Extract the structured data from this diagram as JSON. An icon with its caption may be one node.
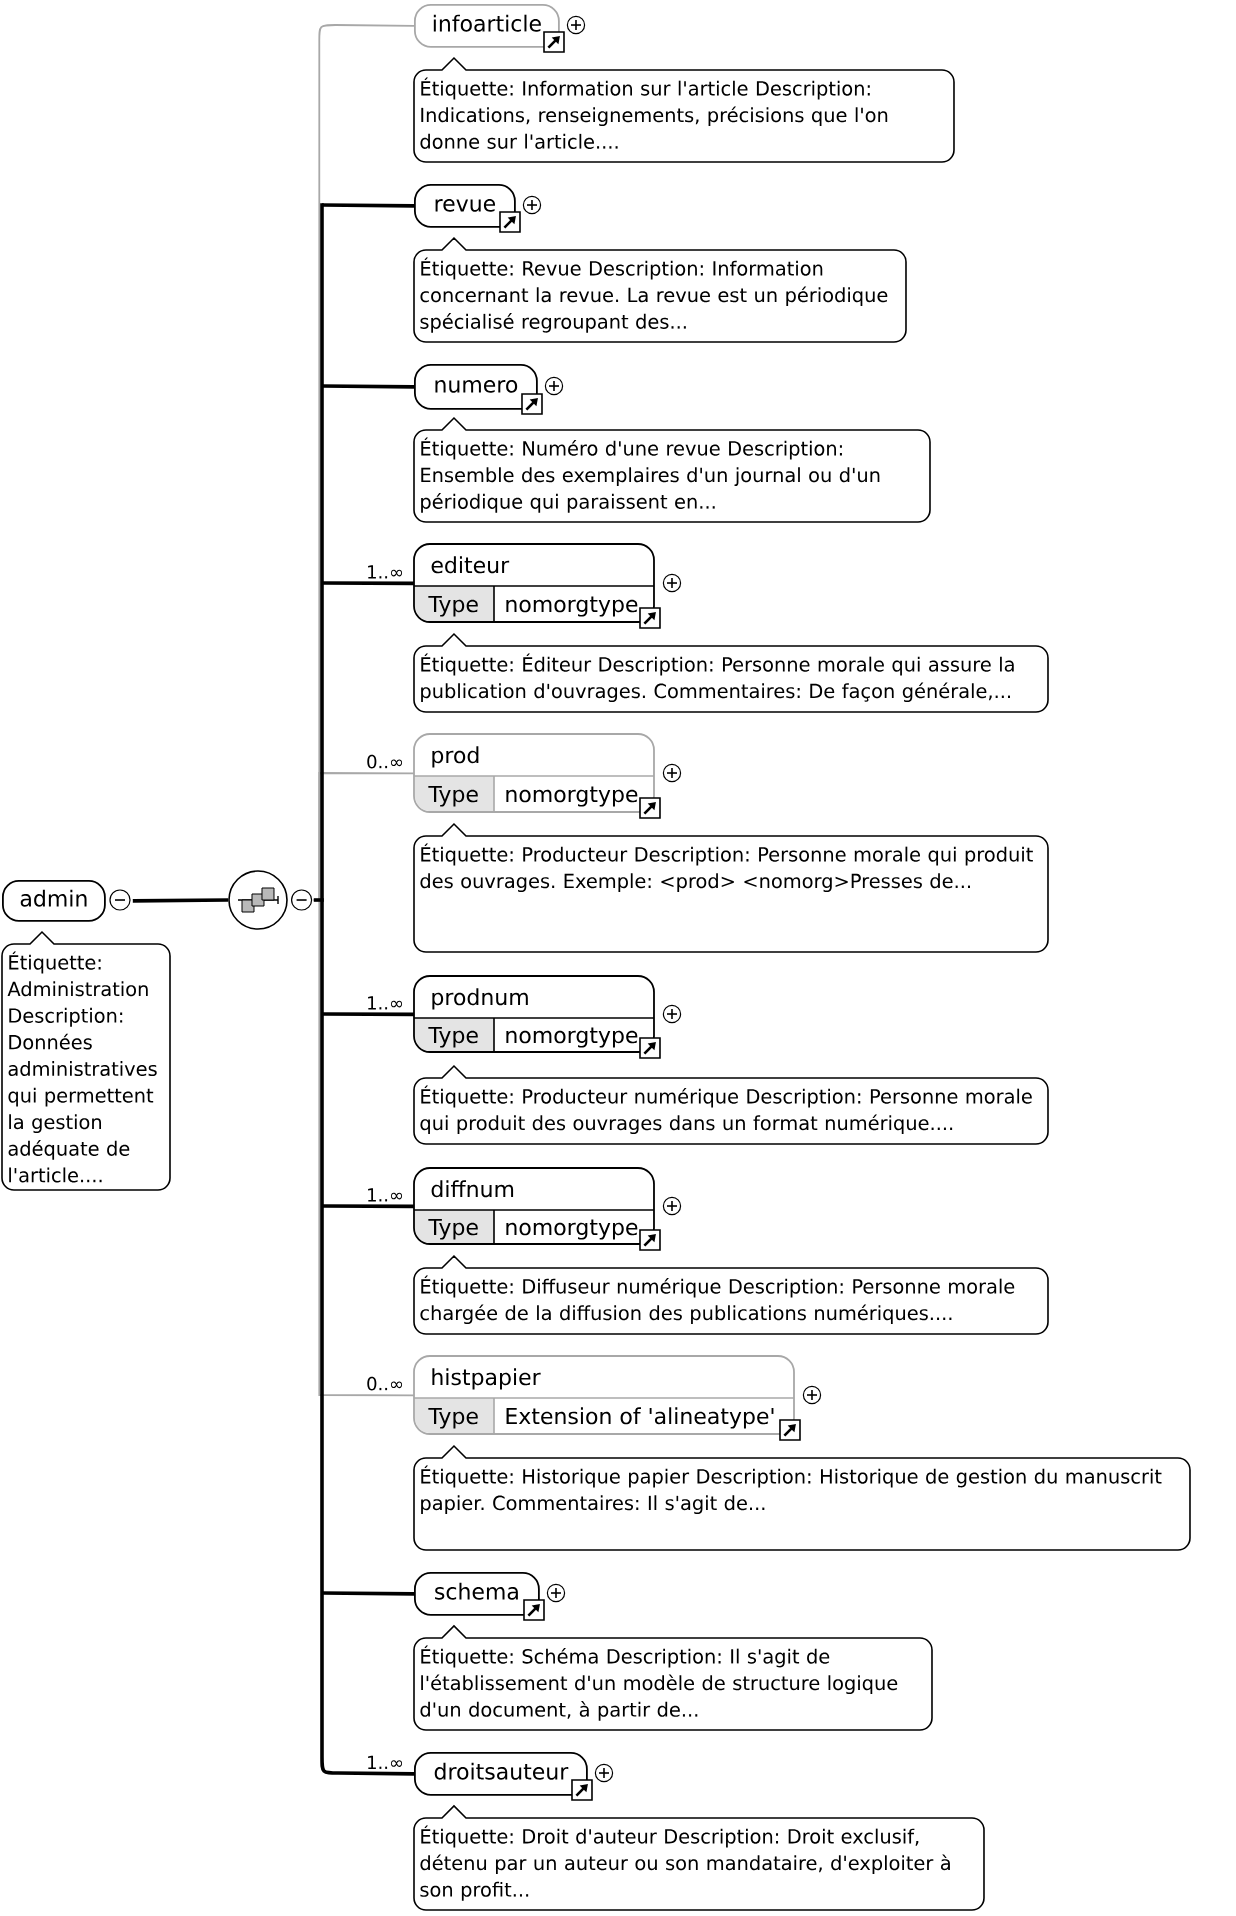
{
  "diagram": {
    "nodes": [
      {
        "text": [
          "admin"
        ]
      },
      {
        "text": [
          "Étiquette: Administration Description: Données administratives qui permettent la gestion adéquate de l'article...."
        ]
      },
      {
        "text": [],
        "shape": "circle"
      },
      {
        "text": [
          "infoarticle"
        ]
      },
      {
        "text": [
          "Étiquette: Information sur l'article Description: Indications, renseignements, précisions que l'on donne sur l'article...."
        ]
      },
      {
        "text": [
          "revue"
        ]
      },
      {
        "text": [
          "Étiquette: Revue Description: Information concernant la revue. La revue est un périodique spécialisé regroupant des..."
        ]
      },
      {
        "text": [
          "numero"
        ]
      },
      {
        "text": [
          "Étiquette: Numéro d'une revue Description: Ensemble des exemplaires d'un journal ou d'un périodique qui paraissent en..."
        ]
      },
      {
        "text": [
          "editeur",
          "Type",
          "nomorgtype"
        ]
      },
      {
        "text": [
          "Étiquette: Éditeur Description: Personne morale qui assure la publication d'ouvrages. Commentaires: De façon générale,..."
        ]
      },
      {
        "text": [
          "prod",
          "Type",
          "nomorgtype"
        ]
      },
      {
        "text": [
          "Étiquette: Producteur Description: Personne morale qui produit des ouvrages. Exemple: <prod> <nomorg>Presses de..."
        ]
      },
      {
        "text": [
          "prodnum",
          "Type",
          "nomorgtype"
        ]
      },
      {
        "text": [
          "Étiquette: Producteur numérique Description: Personne morale qui produit des ouvrages dans un format numérique...."
        ]
      },
      {
        "text": [
          "diffnum",
          "Type",
          "nomorgtype"
        ]
      },
      {
        "text": [
          "Étiquette: Diffuseur numérique Description: Personne morale chargée de la diffusion des publications numériques...."
        ]
      },
      {
        "text": [
          "histpapier",
          "Type",
          "Extension of 'alineatype'"
        ]
      },
      {
        "text": [
          "Étiquette: Historique papier Description: Historique de gestion du manuscrit papier. Commentaires: Il s'agit de..."
        ]
      },
      {
        "text": [
          "schema"
        ]
      },
      {
        "text": [
          "Étiquette: Schéma Description: Il s'agit de l'établissement d'un modèle de structure logique d'un document, à partir de..."
        ]
      },
      {
        "text": [
          "droitsauteur"
        ]
      },
      {
        "text": [
          "Étiquette: Droit d'auteur Description: Droit exclusif, détenu par un auteur ou son mandataire, d'exploiter à son profit..."
        ]
      }
    ],
    "edges": [
      {
        "from": 0,
        "to": 2,
        "arrow": "none"
      },
      {
        "from": 2,
        "to": 3,
        "arrow": "none",
        "color": "#a8a8a8"
      },
      {
        "from": 2,
        "to": 5,
        "arrow": "none"
      },
      {
        "from": 2,
        "to": 7,
        "arrow": "none"
      },
      {
        "from": 2,
        "to": 9,
        "arrow": "none",
        "label": "1..∞"
      },
      {
        "from": 2,
        "to": 11,
        "arrow": "none",
        "color": "#a8a8a8",
        "label": "0..∞"
      },
      {
        "from": 2,
        "to": 13,
        "arrow": "none",
        "label": "1..∞"
      },
      {
        "from": 2,
        "to": 15,
        "arrow": "none",
        "label": "1..∞"
      },
      {
        "from": 2,
        "to": 17,
        "arrow": "none",
        "color": "#a8a8a8",
        "label": "0..∞"
      },
      {
        "from": 2,
        "to": 19,
        "arrow": "none"
      },
      {
        "from": 2,
        "to": 21,
        "arrow": "none",
        "label": "1..∞"
      }
    ]
  }
}
